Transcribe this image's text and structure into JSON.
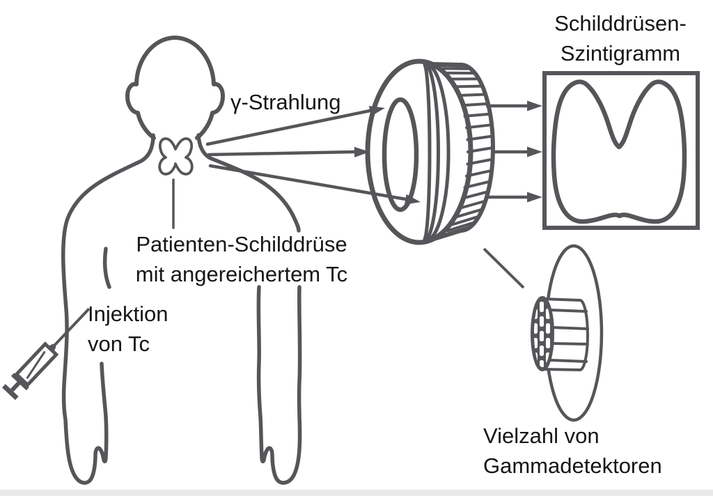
{
  "diagram_topic": "Schilddrüsen-Szintigraphie (thyroid scintigraphy) schematic",
  "labels": {
    "scintigram": {
      "lines": [
        "Schilddrüsen-",
        "Szintigramm"
      ]
    },
    "gamma_radiation": {
      "lines": [
        "γ-Strahlung"
      ]
    },
    "patient_thyroid": {
      "lines": [
        "Patienten-Schilddrüse",
        "mit angereichertem Tc"
      ]
    },
    "injection": {
      "lines": [
        "Injektion",
        "von Tc"
      ]
    },
    "detectors": {
      "lines": [
        "Vielzahl von",
        "Gammadetektoren"
      ]
    }
  },
  "icons": [
    "patient-figure-icon",
    "thyroid-gland-icon",
    "syringe-icon",
    "gamma-camera-icon",
    "scintigram-box",
    "scintigram-thyroid-shape",
    "collimator-detail-icon",
    "magnifier-ellipse",
    "gamma-ray-arrows",
    "camera-output-arrows"
  ],
  "colors": {
    "outline": "#56565a",
    "text": "#161616",
    "background": "#ffffff",
    "bottom_strip": "#e9e9e8"
  }
}
